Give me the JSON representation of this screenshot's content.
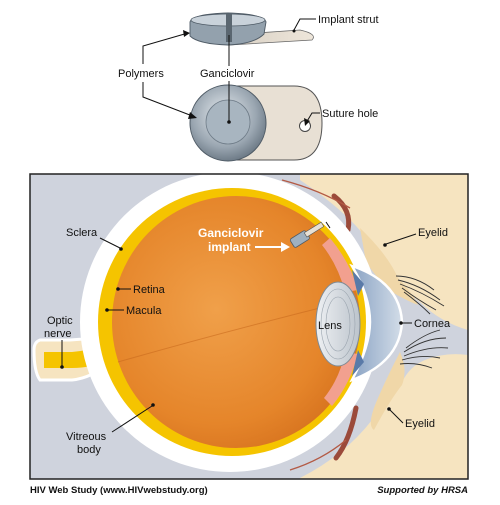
{
  "labels": {
    "implant_strut": "Implant strut",
    "polymers": "Polymers",
    "ganciclovir": "Ganciclovir",
    "suture_hole": "Suture hole",
    "sclera": "Sclera",
    "retina": "Retina",
    "macula": "Macula",
    "optic_nerve_line1": "Optic",
    "optic_nerve_line2": "nerve",
    "vitreous_line1": "Vitreous",
    "vitreous_line2": "body",
    "implant_line1": "Ganciclovir",
    "implant_line2": "implant",
    "lens": "Lens",
    "cornea": "Cornea",
    "eyelid_top": "Eyelid",
    "eyelid_bottom": "Eyelid"
  },
  "footer": {
    "left": "HIV Web Study  (www.HIVwebstudy.org)",
    "right": "Supported by HRSA"
  },
  "colors": {
    "eyeball": "#e8892b",
    "retina": "#f5c400",
    "sclera": "#ffffff",
    "background": "#cfd3dd",
    "eyelid": "#f6e4c0",
    "implant": "#9fb0bf"
  }
}
